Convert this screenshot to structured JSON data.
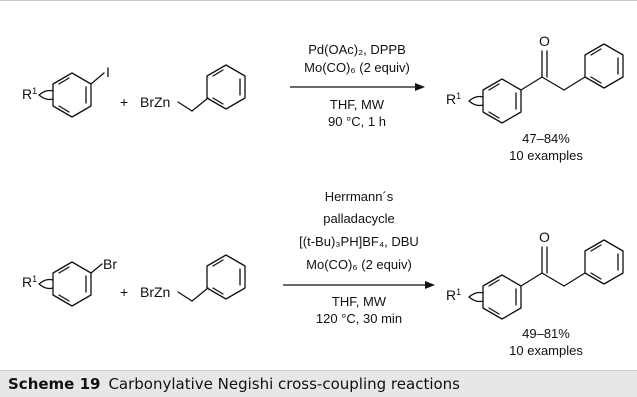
{
  "reactions": [
    {
      "substituent": "R",
      "substituent_sup": "1",
      "halide": "I",
      "plus": "+",
      "reagent": "BrZn",
      "conditions_above": [
        "Pd(OAc)₂, DPPB",
        "Mo(CO)₆ (2 equiv)"
      ],
      "conditions_below": [
        "THF, MW",
        "90 °C, 1 h"
      ],
      "product_substituent": "R",
      "product_substituent_sup": "1",
      "carbonyl_o": "O",
      "yield": "47–84%",
      "examples": "10 examples"
    },
    {
      "substituent": "R",
      "substituent_sup": "1",
      "halide": "Br",
      "plus": "+",
      "reagent": "BrZn",
      "conditions_above": [
        "Herrmann´s",
        "palladacycle",
        "[(t-Bu)₃PH]BF₄, DBU",
        "Mo(CO)₆ (2 equiv)"
      ],
      "conditions_below": [
        "THF, MW",
        "120 °C, 30 min"
      ],
      "product_substituent": "R",
      "product_substituent_sup": "1",
      "carbonyl_o": "O",
      "yield": "49–81%",
      "examples": "10 examples"
    }
  ],
  "caption": {
    "label": "Scheme 19",
    "text": "Carbonylative Negishi cross-coupling reactions"
  }
}
